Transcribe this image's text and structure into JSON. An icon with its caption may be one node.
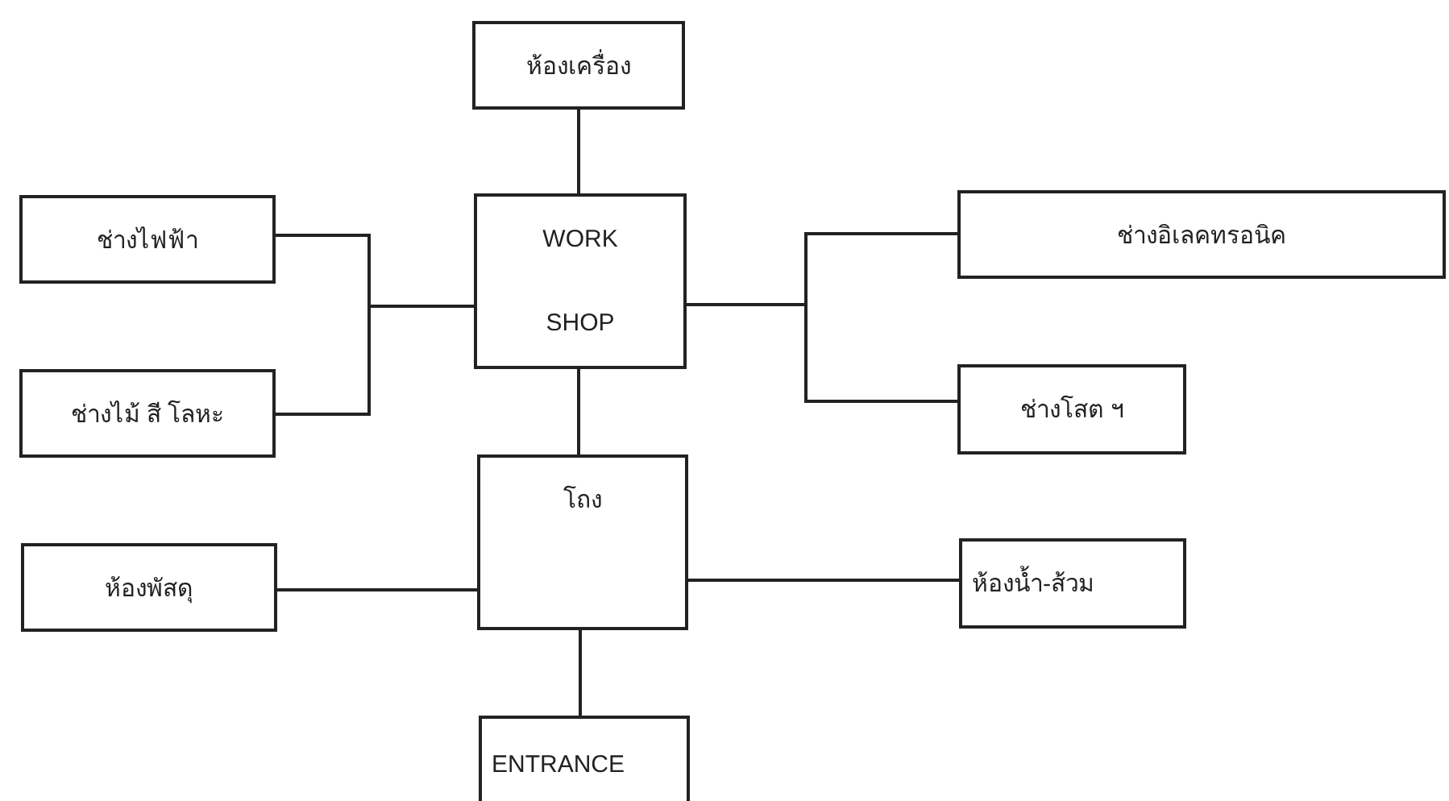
{
  "diagram": {
    "nodes": [
      {
        "text": [
          "ห้องเครื่อง"
        ]
      },
      {
        "text": [
          "ช่างไฟฟ้า"
        ]
      },
      {
        "text": [
          "WORK SHOP"
        ]
      },
      {
        "text": [
          "ช่างไม้ สี โลหะ"
        ]
      },
      {
        "text": [
          "ช่างอิเลคทรอนิค"
        ]
      },
      {
        "text": [
          "ช่างโสต ฯ"
        ]
      },
      {
        "text": [
          "โถง"
        ]
      },
      {
        "text": [
          "ห้องพัสดุ"
        ]
      },
      {
        "text": [
          "ห้องน้ำ-ส้วม"
        ]
      },
      {
        "text": [
          "ENTRANCE"
        ]
      }
    ],
    "edges": [
      {
        "from": 0,
        "to": 2,
        "arrow": "none"
      },
      {
        "from": 1,
        "to": 2,
        "arrow": "none"
      },
      {
        "from": 3,
        "to": 2,
        "arrow": "none"
      },
      {
        "from": 2,
        "to": 4,
        "arrow": "none"
      },
      {
        "from": 2,
        "to": 5,
        "arrow": "none"
      },
      {
        "from": 2,
        "to": 6,
        "arrow": "none"
      },
      {
        "from": 7,
        "to": 6,
        "arrow": "none"
      },
      {
        "from": 6,
        "to": 8,
        "arrow": "none"
      },
      {
        "from": 6,
        "to": 9,
        "arrow": "none"
      }
    ]
  }
}
